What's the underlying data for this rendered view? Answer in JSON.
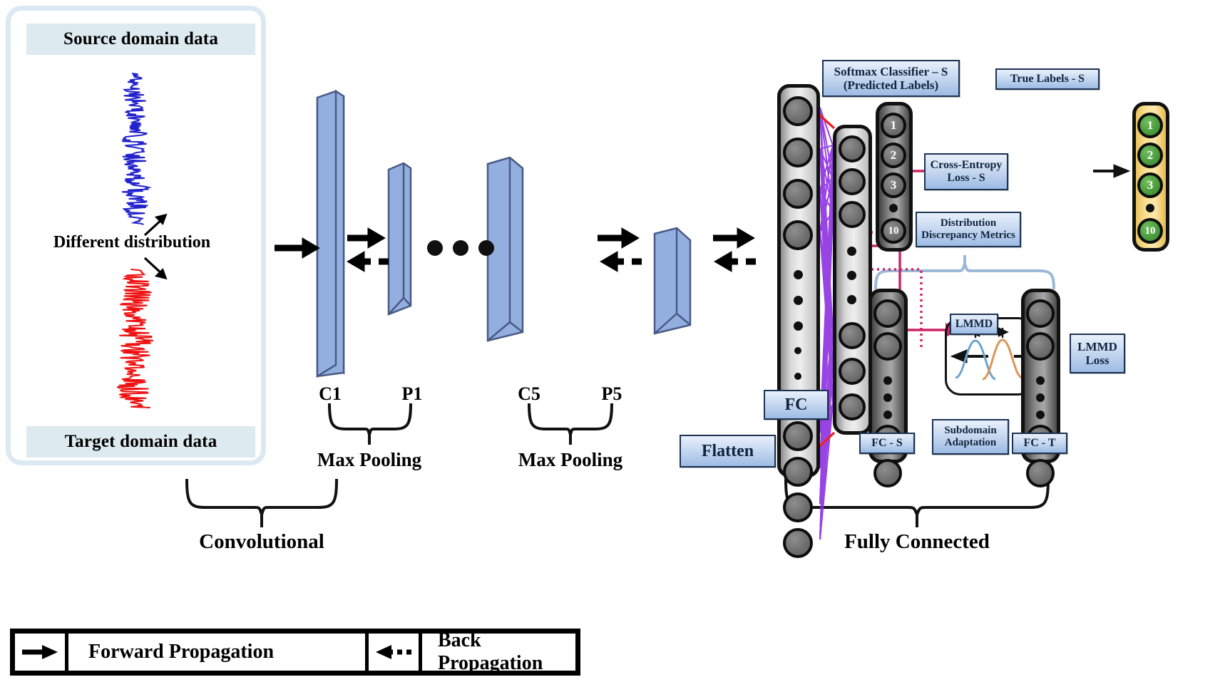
{
  "left_panel": {
    "source_title": "Source domain data",
    "target_title": "Target domain data",
    "annotation": "Different distribution",
    "source_signal_color": "#2222cc",
    "target_signal_color": "#ee1111",
    "panel_border_color": "#dce9f2",
    "header_bg": "#ddeaf0"
  },
  "conv_section": {
    "layers": [
      {
        "name": "C1"
      },
      {
        "name": "P1"
      },
      {
        "name": "C5"
      },
      {
        "name": "P5"
      }
    ],
    "ellipsis_dots": 3,
    "pool_label_1": "Max Pooling",
    "pool_label_2": "Max Pooling",
    "group_label": "Convolutional",
    "block_color": "#8caadc",
    "block_edge_color": "#4a5a86"
  },
  "fc_section": {
    "flatten_label": "Flatten",
    "fc_label": "FC",
    "fc_s_label": "FC - S",
    "fc_t_label": "FC - T",
    "group_label": "Fully Connected",
    "connection_color": "#8a2be2",
    "highlight_color": "#e8262c"
  },
  "classifier": {
    "softmax_title_line1": "Softmax Classifier – S",
    "softmax_title_line2": "(Predicted Labels)",
    "true_labels_title": "True Labels - S",
    "class_labels": [
      "1",
      "2",
      "3",
      "10"
    ],
    "cross_entropy_line1": "Cross-Entropy",
    "cross_entropy_line2": "Loss - S",
    "discrepancy_line1": "Distribution",
    "discrepancy_line2": "Discrepancy Metrics"
  },
  "adaptation": {
    "lmmd_label": "LMMD",
    "subdomain_line1": "Subdomain",
    "subdomain_line2": "Adaptation",
    "lmmd_loss_line1": "LMMD",
    "lmmd_loss_line2": "Loss",
    "curve_source_color": "#6da4cf",
    "curve_target_color": "#dd9558"
  },
  "legend": {
    "forward_label": "Forward Propagation",
    "back_label": "Back Propagation",
    "forward_icon": "solid-arrow-right-icon",
    "back_icon": "dashed-arrow-left-icon"
  },
  "colors": {
    "pink_flow": "#cc2266",
    "brace_blue": "#9cb8d8"
  }
}
